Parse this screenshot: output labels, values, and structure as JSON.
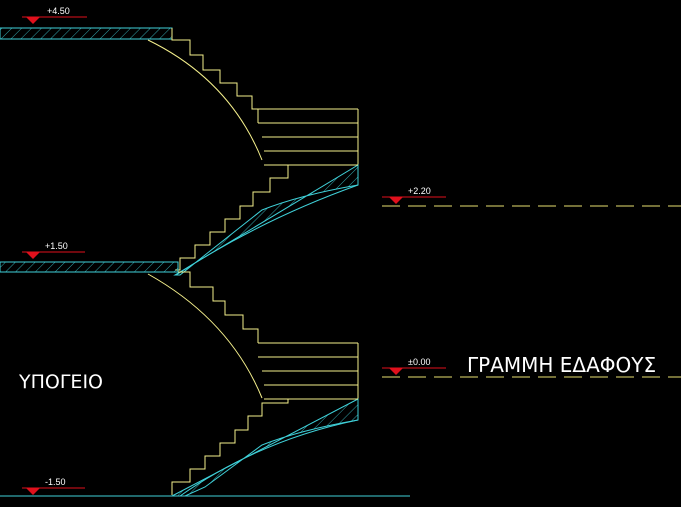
{
  "drawing": {
    "levels": {
      "top": "+4.50",
      "mid": "+1.50",
      "upper_right": "+2.20",
      "ground": "±0.00",
      "bottom": "-1.50"
    },
    "labels": {
      "basement": "ΥΠΟΓΕΙΟ",
      "ground_line": "ΓΡΑΜΜΗ ΕΔΑΦΟΥΣ"
    },
    "colors": {
      "background": "#000000",
      "stairs": "#f5f08c",
      "slab": "#3fd0d8",
      "level_marker": "#e0101c",
      "ground_dash": "#e8e070",
      "text": "#ffffff"
    }
  }
}
